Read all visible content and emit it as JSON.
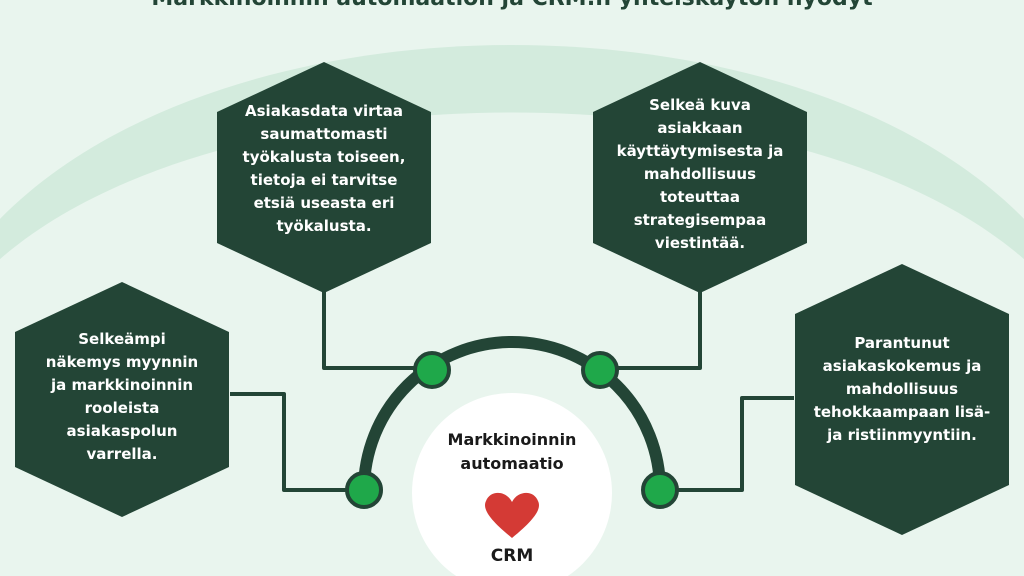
{
  "title": "Markkinoinnin automaation ja CRM:n yhteiskäytön hyödyt",
  "benefits": [
    {
      "id": "top-left",
      "text": "Asiakasdata virtaa\nsaumattomasti\ntyökalusta toiseen,\ntietoja ei tarvitse\netsiä useasta eri\ntyökalusta."
    },
    {
      "id": "top-right",
      "text": "Selkeä kuva\nasiakkaan\nkäyttäytymisesta ja\nmahdollisuus\ntoteuttaa\nstrategisempaa\nviestintää."
    },
    {
      "id": "left",
      "text": "Selkeämpi\nnäkemys myynnin\nja markkinoinnin\nrooleista\nasiakaspolun\nvarrella."
    },
    {
      "id": "right",
      "text": "Parantunut\nasiakaskokemus ja\nmahdollisuus\ntehokkaampaan lisä-\nja ristiinmyyntiin."
    }
  ],
  "center": {
    "top_label": "Markkinoinnin\nautomaatio",
    "bottom_label": "CRM",
    "heart_icon": "heart-icon"
  },
  "colors": {
    "background": "#e9f5ee",
    "band": "#d3ebdd",
    "hexagon": "#234536",
    "node": "#1fa84a",
    "heart": "#d43a35",
    "center_circle": "#ffffff"
  }
}
